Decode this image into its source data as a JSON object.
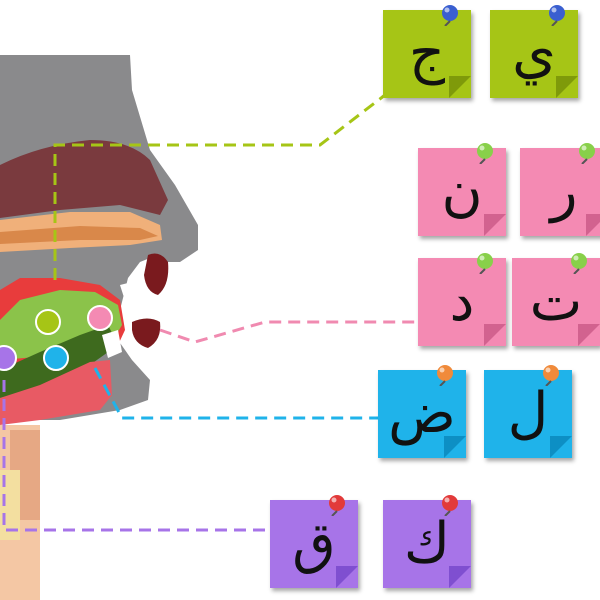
{
  "colors": {
    "green": "#a6c516",
    "green_fold": "#7f9a0a",
    "pink": "#f48ab3",
    "pink_fold": "#d2628f",
    "blue": "#1fb3ea",
    "blue_fold": "#0d8fc4",
    "purple": "#a774e8",
    "purple_fold": "#7f4fd0",
    "line_green": "#a6c516",
    "line_pink": "#f08ab0",
    "line_blue": "#1fb3ea",
    "line_purple": "#a774e8"
  },
  "groups": [
    {
      "id": "green",
      "pin_color": "#3a5fd0",
      "letters": [
        "ي",
        "ج"
      ]
    },
    {
      "id": "pink",
      "pin_color": "#88d04a",
      "letters": [
        "ر",
        "ن",
        "ت",
        "د"
      ]
    },
    {
      "id": "blue",
      "pin_color": "#f08a3a",
      "letters": [
        "ل",
        "ض"
      ]
    },
    {
      "id": "purple",
      "pin_color": "#e23a3a",
      "letters": [
        "ك",
        "ق"
      ]
    }
  ],
  "icons": {
    "pin": "push-pin-icon",
    "head": "mouth-cross-section"
  }
}
